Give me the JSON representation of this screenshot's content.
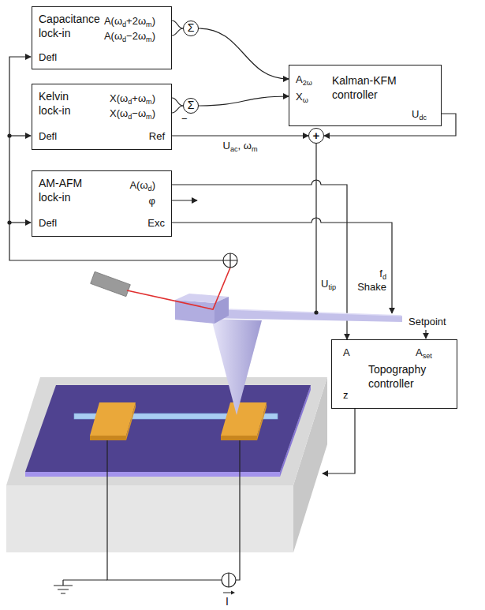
{
  "diagram": {
    "nodes": [
      {
        "text": [
          "Capacitance lock-in",
          "A(ωd+2ωm)",
          "A(ωd−2ωm)",
          "Defl"
        ]
      },
      {
        "text": [
          "Σ"
        ]
      },
      {
        "text": [
          "Kalman-KFM controller",
          "A2ω",
          "Xω",
          "Udc"
        ]
      },
      {
        "text": [
          "Kelvin lock-in",
          "X(ωd+ωm)",
          "X(ωd−ωm)",
          "Defl",
          "Ref"
        ]
      },
      {
        "text": [
          "Σ"
        ]
      },
      {
        "text": [
          "+"
        ]
      },
      {
        "text": [
          "AM-AFM lock-in",
          "A(ωd)",
          "φ",
          "Defl",
          "Exc"
        ]
      },
      {
        "text": [
          "A",
          "Aset",
          "Topography controller",
          "z"
        ]
      }
    ],
    "edges": [
      {
        "from": 0,
        "to": 1,
        "arrow": "none"
      },
      {
        "from": 0,
        "to": 1,
        "arrow": "none"
      },
      {
        "from": 1,
        "to": 2,
        "arrow": "to"
      },
      {
        "from": 3,
        "to": 4,
        "arrow": "none"
      },
      {
        "from": 3,
        "to": 4,
        "arrow": "none"
      },
      {
        "from": 4,
        "to": 2,
        "arrow": "to"
      },
      {
        "from": 3,
        "to": 5,
        "arrow": "to",
        "label": "Uac, ωm"
      },
      {
        "from": 2,
        "to": 5,
        "arrow": "to"
      },
      {
        "from": 6,
        "to": 7,
        "arrow": "to"
      }
    ],
    "labels": [
      "−",
      "fd",
      "Shake",
      "Utip",
      "Setpoint",
      "I"
    ]
  }
}
